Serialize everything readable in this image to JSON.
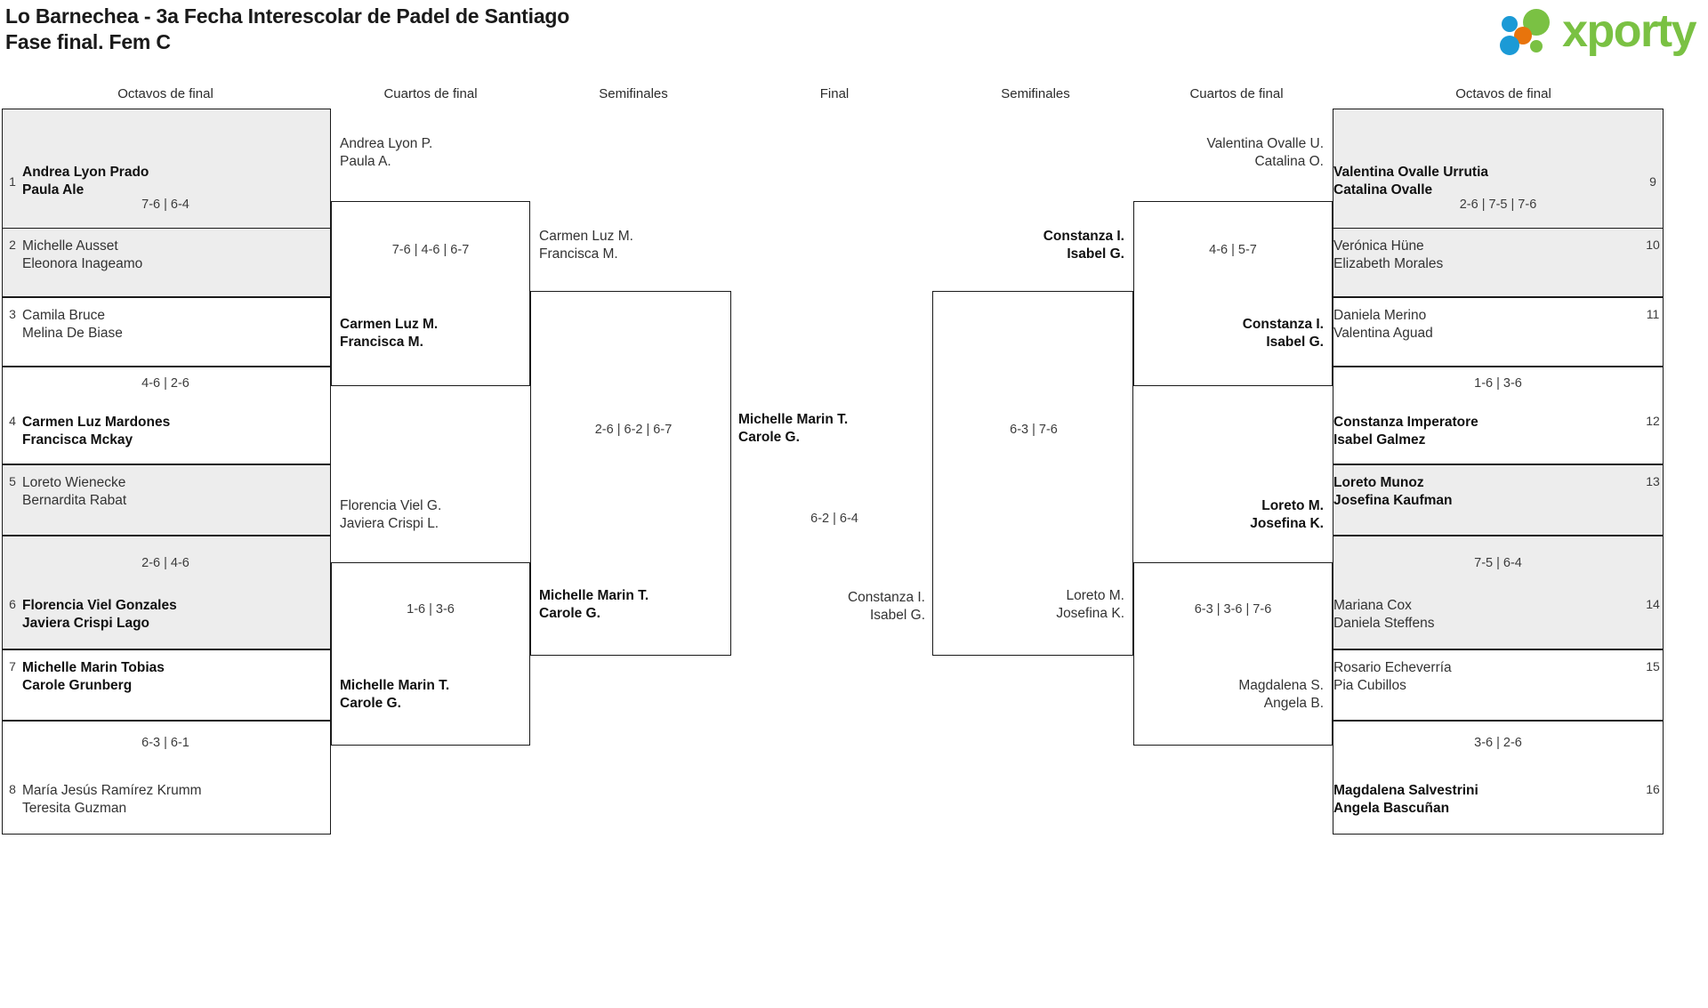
{
  "header": {
    "title_line1": "Lo Barnechea - 3a Fecha Interescolar de Padel de Santiago",
    "title_line2": "Fase final. Fem C",
    "logo_text": "xporty",
    "logo_colors": {
      "blue": "#1b9ad6",
      "green": "#7ac143",
      "orange": "#e8740c"
    }
  },
  "round_labels": {
    "left_r16": "Octavos de final",
    "left_qf": "Cuartos de final",
    "left_sf": "Semifinales",
    "final": "Final",
    "right_sf": "Semifinales",
    "right_qf": "Cuartos de final",
    "right_r16": "Octavos de final"
  },
  "left_r16": [
    {
      "seed": "1",
      "p1": "Andrea Lyon Prado",
      "p2": "Paula Ale",
      "winner": true,
      "shaded": true
    },
    {
      "seed": "2",
      "p1": "Michelle Ausset",
      "p2": "Eleonora Inageamo",
      "winner": false,
      "shaded": true
    },
    {
      "seed": "3",
      "p1": "Camila Bruce",
      "p2": "Melina De Biase",
      "winner": false,
      "shaded": false
    },
    {
      "seed": "4",
      "p1": "Carmen Luz Mardones",
      "p2": "Francisca Mckay",
      "winner": true,
      "shaded": false
    },
    {
      "seed": "5",
      "p1": "Loreto Wienecke",
      "p2": "Bernardita Rabat",
      "winner": false,
      "shaded": true
    },
    {
      "seed": "6",
      "p1": "Florencia Viel Gonzales",
      "p2": "Javiera Crispi Lago",
      "winner": true,
      "shaded": true
    },
    {
      "seed": "7",
      "p1": "Michelle Marin Tobias",
      "p2": "Carole Grunberg",
      "winner": true,
      "shaded": false
    },
    {
      "seed": "8",
      "p1": "María Jesús Ramírez Krumm",
      "p2": "Teresita Guzman",
      "winner": false,
      "shaded": false
    }
  ],
  "right_r16": [
    {
      "seed": "9",
      "p1": "Valentina Ovalle Urrutia",
      "p2": "Catalina Ovalle",
      "winner": true,
      "shaded": true
    },
    {
      "seed": "10",
      "p1": "Verónica Hüne",
      "p2": "Elizabeth Morales",
      "winner": false,
      "shaded": true
    },
    {
      "seed": "11",
      "p1": "Daniela Merino",
      "p2": "Valentina Aguad",
      "winner": false,
      "shaded": false
    },
    {
      "seed": "12",
      "p1": "Constanza Imperatore",
      "p2": "Isabel Galmez",
      "winner": true,
      "shaded": false
    },
    {
      "seed": "13",
      "p1": "Loreto Munoz",
      "p2": "Josefina Kaufman",
      "winner": true,
      "shaded": true
    },
    {
      "seed": "14",
      "p1": "Mariana Cox",
      "p2": "Daniela Steffens",
      "winner": false,
      "shaded": true
    },
    {
      "seed": "15",
      "p1": "Rosario Echeverría",
      "p2": "Pia Cubillos",
      "winner": false,
      "shaded": false
    },
    {
      "seed": "16",
      "p1": "Magdalena Salvestrini",
      "p2": "Angela Bascuñan",
      "winner": true,
      "shaded": false
    }
  ],
  "left_r16_scores": [
    "7-6 | 6-4",
    "4-6 | 2-6",
    "2-6 | 4-6",
    "6-3 | 6-1"
  ],
  "right_r16_scores": [
    "2-6 | 7-5 | 7-6",
    "1-6 | 3-6",
    "7-5 | 6-4",
    "3-6 | 2-6"
  ],
  "left_qf": [
    {
      "p1": "Andrea Lyon P.",
      "p2": "Paula A.",
      "winner": false
    },
    {
      "p1": "Carmen Luz M.",
      "p2": "Francisca M.",
      "winner": true
    },
    {
      "p1": "Florencia Viel G.",
      "p2": "Javiera Crispi L.",
      "winner": false
    },
    {
      "p1": "Michelle Marin T.",
      "p2": "Carole G.",
      "winner": true
    }
  ],
  "left_qf_scores": [
    "7-6 | 4-6 | 6-7",
    "1-6 | 3-6"
  ],
  "left_sf": [
    {
      "p1": "Carmen Luz M.",
      "p2": "Francisca M.",
      "winner": false
    },
    {
      "p1": "Michelle Marin T.",
      "p2": "Carole G.",
      "winner": true
    }
  ],
  "left_sf_score": "2-6 | 6-2 | 6-7",
  "final": {
    "top": {
      "p1": "Michelle Marin T.",
      "p2": "Carole G.",
      "winner": true
    },
    "bottom": {
      "p1": "Constanza I.",
      "p2": "Isabel G.",
      "winner": false
    },
    "score": "6-2 | 6-4"
  },
  "right_sf": [
    {
      "p1": "Constanza I.",
      "p2": "Isabel G.",
      "winner": true
    },
    {
      "p1": "Loreto M.",
      "p2": "Josefina K.",
      "winner": false
    }
  ],
  "right_sf_score": "6-3 | 7-6",
  "right_qf": [
    {
      "p1": "Valentina Ovalle U.",
      "p2": "Catalina O.",
      "winner": false
    },
    {
      "p1": "Constanza I.",
      "p2": "Isabel G.",
      "winner": true
    },
    {
      "p1": "Loreto M.",
      "p2": "Josefina K.",
      "winner": true
    },
    {
      "p1": "Magdalena S.",
      "p2": "Angela B.",
      "winner": false
    }
  ],
  "right_qf_scores": [
    "4-6 | 5-7",
    "6-3 | 3-6 | 7-6"
  ]
}
